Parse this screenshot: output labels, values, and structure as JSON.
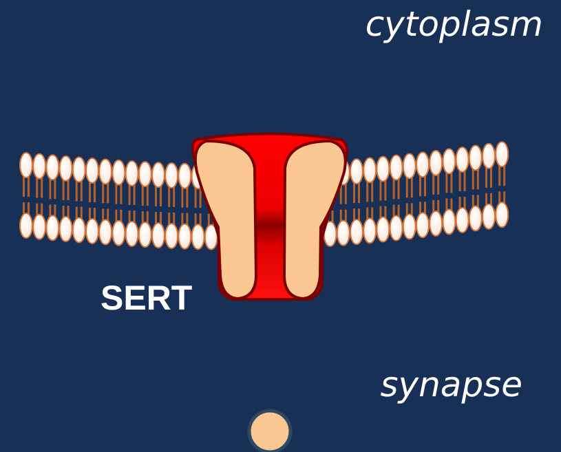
{
  "labels": {
    "cytoplasm": "cytoplasm",
    "synapse": "synapse",
    "transporter": "SERT"
  },
  "colors": {
    "background": "#183055",
    "lipid_head_fill": "#fff0e8",
    "lipid_head_stroke": "#d4733a",
    "lipid_tail": "#b5622a",
    "transporter_red": "#ff0000",
    "transporter_dark": "#7a0000",
    "transporter_outline": "#7a0000",
    "subunit_fill": "#fbc793",
    "molecule_fill": "#fbc793",
    "molecule_stroke": "#2e4a60",
    "text": "#ffffff"
  },
  "icons": {
    "membrane": "lipid-bilayer",
    "transporter": "serotonin-transporter-channel",
    "molecule": "serotonin-molecule"
  }
}
